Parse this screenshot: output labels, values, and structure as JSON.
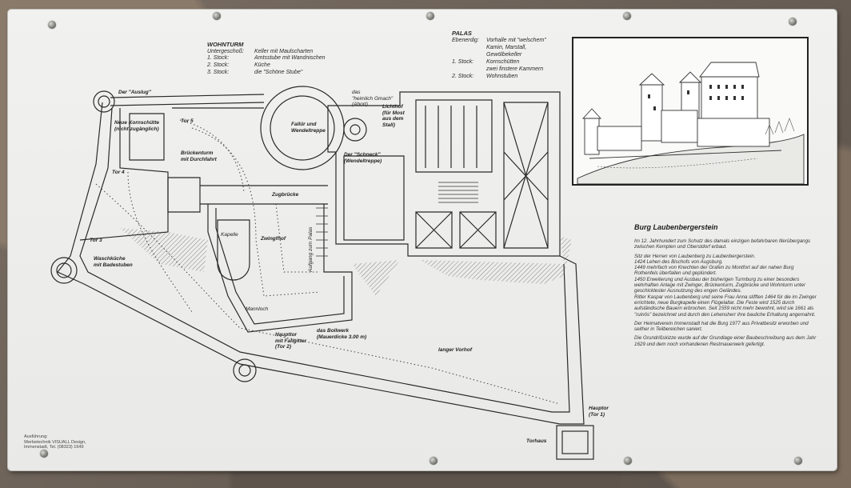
{
  "wohnturm": {
    "heading": "WOHNTURM",
    "rows": [
      {
        "label": "Untergeschoß:",
        "text": "Keller mit Maulscharten"
      },
      {
        "label": "1. Stock:",
        "text": "Amtsstube mit Wandnischen"
      },
      {
        "label": "2. Stock:",
        "text": "Küche"
      },
      {
        "label": "3. Stock:",
        "text": "die \"Schöne Stube\""
      }
    ]
  },
  "palas": {
    "heading": "PALAS",
    "rows": [
      {
        "label": "Ebenerdig:",
        "text": "Vorhalle mit \"welschem\""
      },
      {
        "label": "",
        "text": "Kamin, Marstall,"
      },
      {
        "label": "",
        "text": "Gewölbekeller"
      },
      {
        "label": "1. Stock:",
        "text": "Kornschütten"
      },
      {
        "label": "",
        "text": "zwei finstere Kammern"
      },
      {
        "label": "2. Stock:",
        "text": "Wohnstuben"
      }
    ]
  },
  "labels": {
    "auslug": "Der \"Auslug\"",
    "neue_kornschuette": "Neue Kornschütte\n(nicht zugänglich)",
    "tor5": "Tor 5",
    "tor4": "Tor 4",
    "tor3": "Tor 3",
    "brueckenturm": "Brückenturm\nmit Durchfahrt",
    "fallturm": "Fallür und\nWendeltreppe",
    "heimlich": "das\n\"heimlich Gmach\"\n(Abort)",
    "lichthof": "Lichthof\n(für Most\naus dem\nStall)",
    "schneck": "Der \"Schneck\"\n(Wendeltreppe)",
    "zugbruecke": "Zugbrücke",
    "kapelle": "Kapelle",
    "zwingfhof": "Zwingfhof",
    "aufgang": "Aufgang zum Palas",
    "waschkueche": "Waschküche\nmit Badestuben",
    "mannloch": "Mannloch",
    "hauptor2": "Haupttor\nmit Fallgitter\n(Tor 2)",
    "bollwerk": "das Bollwerk\n(Mauerdicke 3.00 m)",
    "vorhof": "langer Vorhof",
    "hauptor1": "Hauptor\n(Tor 1)",
    "torhaus": "Torhaus"
  },
  "title": "Burg Laubenbergerstein",
  "description": [
    "Im 12. Jahrhundert zum Schutz des damals einzigen befahrbaren Illerübergangs zwischen Kempten und Oberstdorf erbaut.",
    "Sitz der Herren von Laubenberg zu Laubenbergerstein.",
    "1424 Lehen des Bischofs von Augsburg.",
    "1449 mehrfach von Knechten der Grafen zu Montfort auf der nahen Burg Rothenfels überfallen und geplündert.",
    "1450 Erweiterung und Ausbau der bisherigen Turmburg zu einer besonders wehrhaften Anlage mit Zwinger, Brückenturm, Zugbrücke und Wohnturm unter geschicktester Ausnutzung des engen Geländes.",
    "Ritter Kaspar von Laubenberg und seine Frau Anna stifften 1464 für die im Zwinger errichtete, neue Burgkapelle einen Flügelaltar. Die Feste wird 1525 durch aufständische Bauern erbrochen. Seit 1559 nicht mehr bewohnt, wird sie 1661 als \"ruinös\" bezeichnet und durch den Lehensherr ihre bauliche Erhaltung angemahnt.",
    "Der Heimatverein Immenstadt hat die Burg 1977 aus Privatbesitz erworben und seither in Teilbereichen saniert.",
    "Die Grundrißskizze wurde auf der Grundlage einer Baubeschreibung aus dem Jahr 1629 und dem noch vorhandenen Restmauerwerk gefertigt."
  ],
  "credit": "Ausführung:\nWerbetechnik VISUALL Design,\nImmenstadt, Tel. (08323) 1649",
  "colors": {
    "plate": "#eceae8",
    "ink": "#222222",
    "wall": "#6e645c"
  }
}
